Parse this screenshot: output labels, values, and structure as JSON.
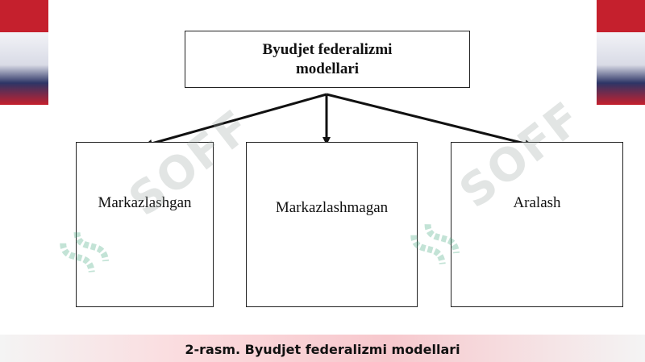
{
  "diagram": {
    "root": {
      "line1": "Byudjet federalizmi",
      "line2": "modellari"
    },
    "children": [
      {
        "label": "Markazlashgan"
      },
      {
        "label": "Markazlashmagan"
      },
      {
        "label": "Aralash"
      }
    ]
  },
  "caption": "2-rasm. Byudjet federalizmi modellari",
  "watermark": {
    "text": "SOFF"
  }
}
